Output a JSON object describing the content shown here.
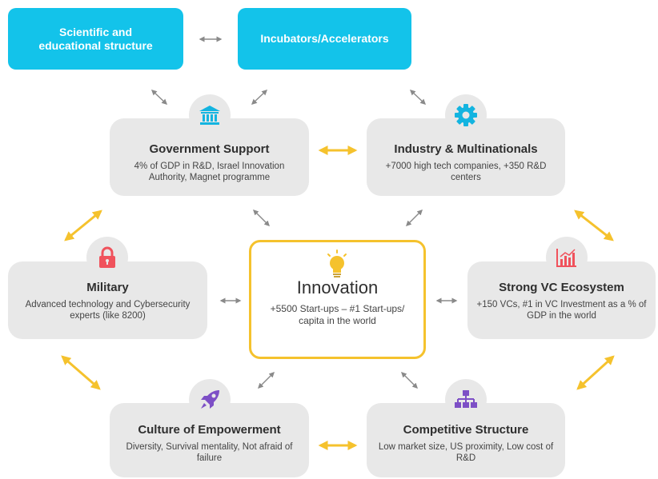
{
  "nodes": {
    "scientific": {
      "label": "Scientific and educational structure"
    },
    "incubators": {
      "label": "Incubators/Accelerators"
    },
    "government": {
      "title": "Government Support",
      "desc": "4% of GDP in R&D, Israel Innovation Authority, Magnet programme",
      "icon": "bank-icon"
    },
    "industry": {
      "title": "Industry & Multinationals",
      "desc": "+7000 high tech companies, +350 R&D centers",
      "icon": "gear-icon"
    },
    "military": {
      "title": "Military",
      "desc": "Advanced technology and Cybersecurity experts (like 8200)",
      "icon": "lock-icon"
    },
    "innovation": {
      "title": "Innovation",
      "desc": "+5500 Start-ups – #1 Start-ups/ capita in the world",
      "icon": "lightbulb-icon"
    },
    "vc": {
      "title": "Strong VC Ecosystem",
      "desc": "+150 VCs, #1 in VC Investment as a % of GDP in the world",
      "icon": "bar-chart-icon"
    },
    "culture": {
      "title": "Culture of Empowerment",
      "desc": "Diversity, Survival mentality, Not afraid of failure",
      "icon": "rocket-icon"
    },
    "competitive": {
      "title": "Competitive Structure",
      "desc": "Low market size, US proximity, Low cost of R&D",
      "icon": "org-chart-icon"
    }
  },
  "colors": {
    "blue_box": "#13c3ea",
    "grey_box": "#e8e8e8",
    "accent_yellow": "#f5c22d",
    "icon_blue": "#13b4e0",
    "icon_red": "#f0525c",
    "icon_purple": "#7d4fc6",
    "arrow_grey": "#8a8a8a"
  }
}
